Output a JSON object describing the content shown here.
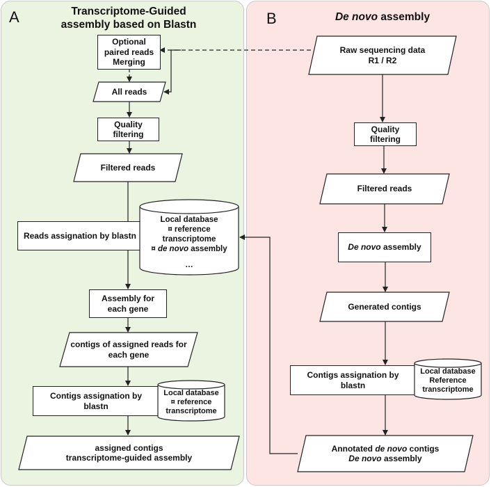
{
  "panel_a": {
    "letter": "A",
    "title_line1": "Transcriptome-Guided",
    "title_line2": "assembly based on Blastn",
    "optional_merge": [
      "Optional",
      "paired reads",
      "Merging"
    ],
    "all_reads": "All reads",
    "quality_filtering": [
      "Quality",
      "filtering"
    ],
    "filtered_reads": "Filtered reads",
    "reads_assignation": "Reads assignation by blastn",
    "local_db_full": {
      "title": "Local database",
      "item1": "¤ reference",
      "item1b": "transcriptome",
      "item2_bullet": "¤ ",
      "item2_italic": "de novo",
      "item2_rest": " assembly",
      "ellipsis": "…"
    },
    "assembly_each_gene": [
      "Assembly for",
      "each gene"
    ],
    "contigs_assigned": [
      "contigs of assigned reads for",
      "each gene"
    ],
    "contigs_assignation": [
      "Contigs assignation by",
      "blastn"
    ],
    "local_db_small": [
      "Local database",
      "¤ reference",
      "transcriptome"
    ],
    "assigned_contigs": [
      "assigned contigs",
      "transcriptome-guided assembly"
    ]
  },
  "panel_b": {
    "letter": "B",
    "title_italic": "De novo",
    "title_rest": " assembly",
    "raw_data": [
      "Raw sequencing data",
      "R1 / R2"
    ],
    "quality_filtering": [
      "Quality",
      "filtering"
    ],
    "filtered_reads": "Filtered reads",
    "de_novo_italic": "De novo",
    "de_novo_rest": " assembly",
    "generated_contigs": "Generated contigs",
    "contigs_assignation": [
      "Contigs assignation by",
      "blastn"
    ],
    "local_db": [
      "Local database",
      "Reference",
      "transcriptome"
    ],
    "annotated_prefix": "Annotated ",
    "annotated_italic": "de novo",
    "annotated_rest": " contigs",
    "annotated_line2_italic": "De novo",
    "annotated_line2_rest": " assembly"
  },
  "colors": {
    "panel_a_bg": "#eaf4e1",
    "panel_b_bg": "#fde5e3",
    "panel_border": "#c9c9c9",
    "stroke": "#222222"
  }
}
